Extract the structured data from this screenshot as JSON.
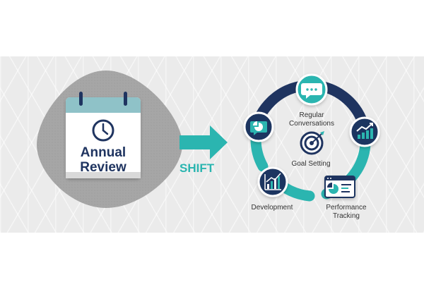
{
  "annual": {
    "line1": "Annual",
    "line2": "Review"
  },
  "shift_label": "SHIFT",
  "cycle": {
    "center_top_1": "Regular",
    "center_top_2": "Conversations",
    "center_bottom": "Goal Setting",
    "outer_left": "Development",
    "outer_right_1": "Performance",
    "outer_right_2": "Tracking"
  },
  "icons": {
    "top": "chat-bubble-icon",
    "left": "pie-chart-bubble-icon",
    "right": "growth-chart-icon",
    "bottom_left": "bar-chart-icon",
    "bottom_right": "dashboard-icon",
    "center": "target-icon",
    "calendar_clock": "clock-icon"
  },
  "colors": {
    "navy": "#1f3460",
    "teal": "#2bb5b0",
    "blob": "#a6a6a6"
  }
}
